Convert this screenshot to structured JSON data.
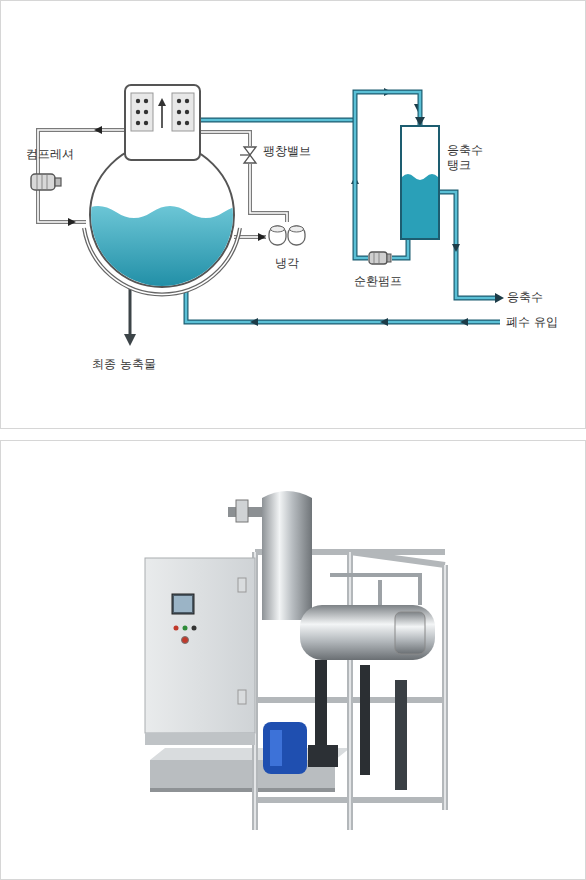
{
  "diagram": {
    "nodes": [
      {
        "text": [
          "컴프레셔"
        ]
      },
      {
        "text": [
          "팽창밸브"
        ]
      },
      {
        "text": [
          "냉각"
        ]
      },
      {
        "text": [
          "응축수 탱크"
        ]
      },
      {
        "text": [
          "순환펌프"
        ]
      }
    ],
    "edges": [
      {
        "from": 1,
        "to": 2,
        "arrow": "none"
      },
      {
        "from": 4,
        "to": 3,
        "arrow": "to"
      },
      {
        "from": 3,
        "to": 4,
        "arrow": "none"
      }
    ],
    "labels": [
      "응축수",
      "폐수 유입",
      "최종 농축물"
    ]
  }
}
